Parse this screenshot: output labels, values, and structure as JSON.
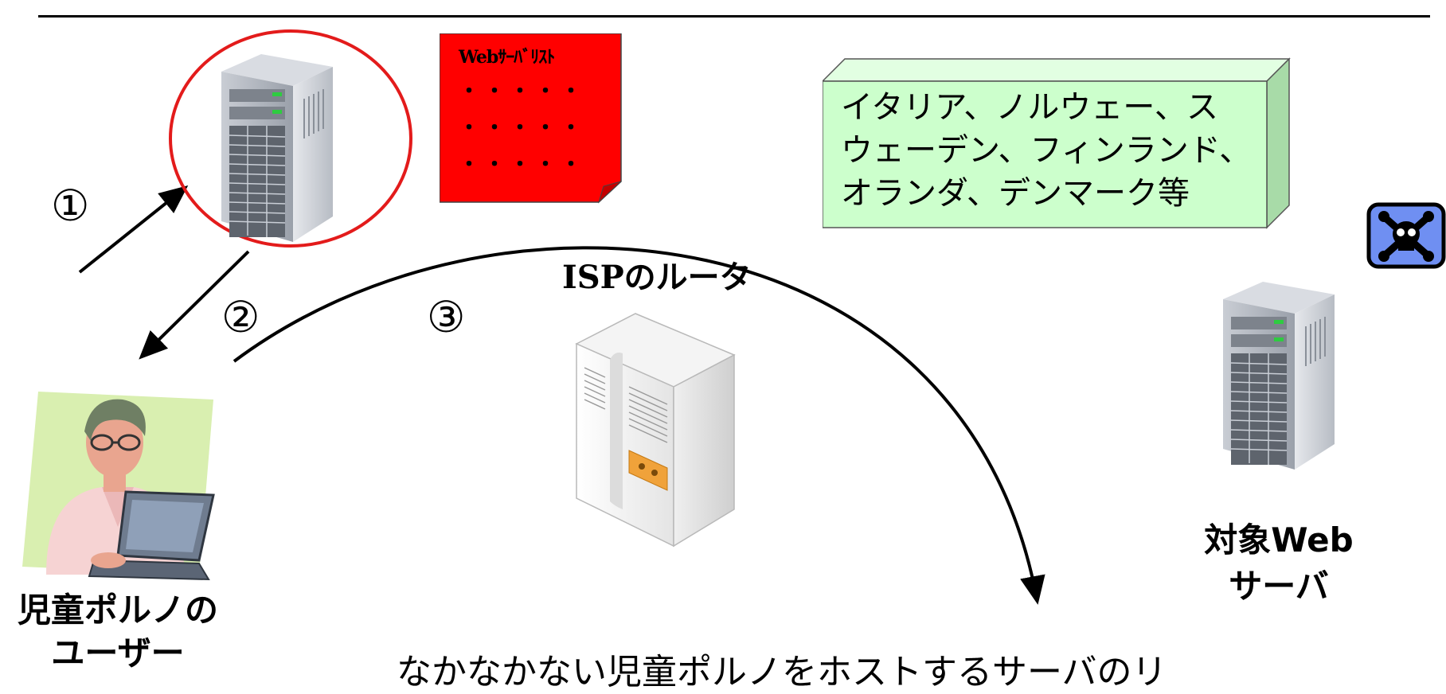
{
  "steps": {
    "step1": "①",
    "step2": "②",
    "step3": "③"
  },
  "server_list_note": {
    "title": "Webｻｰﾊﾞﾘｽﾄ",
    "lines": [
      "・・・・・",
      "・・・・・",
      "・・・・・"
    ]
  },
  "country_box": {
    "lines": [
      "イタリア、ノルウェー、ス",
      "ウェーデン、フィンランド、",
      "オランダ、デンマーク等"
    ]
  },
  "router_label": "ISPのルータ",
  "user_label": {
    "line1": "児童ポルノの",
    "line2": "ユーザー"
  },
  "target_label": {
    "line1": "対象Web",
    "line2": "サーバ"
  },
  "bottom_text": "なかなかない児童ポルノをホストするサーバのリ",
  "icons": {
    "server": "tower-server-icon",
    "router": "isp-router-icon",
    "user": "user-at-laptop-icon",
    "danger": "skull-crossbones-icon"
  },
  "colors": {
    "highlight_circle": "#e31b1b",
    "note_fill": "#ff0000",
    "box_fill": "#ccffcc",
    "danger_bg": "#6f8ff2"
  }
}
